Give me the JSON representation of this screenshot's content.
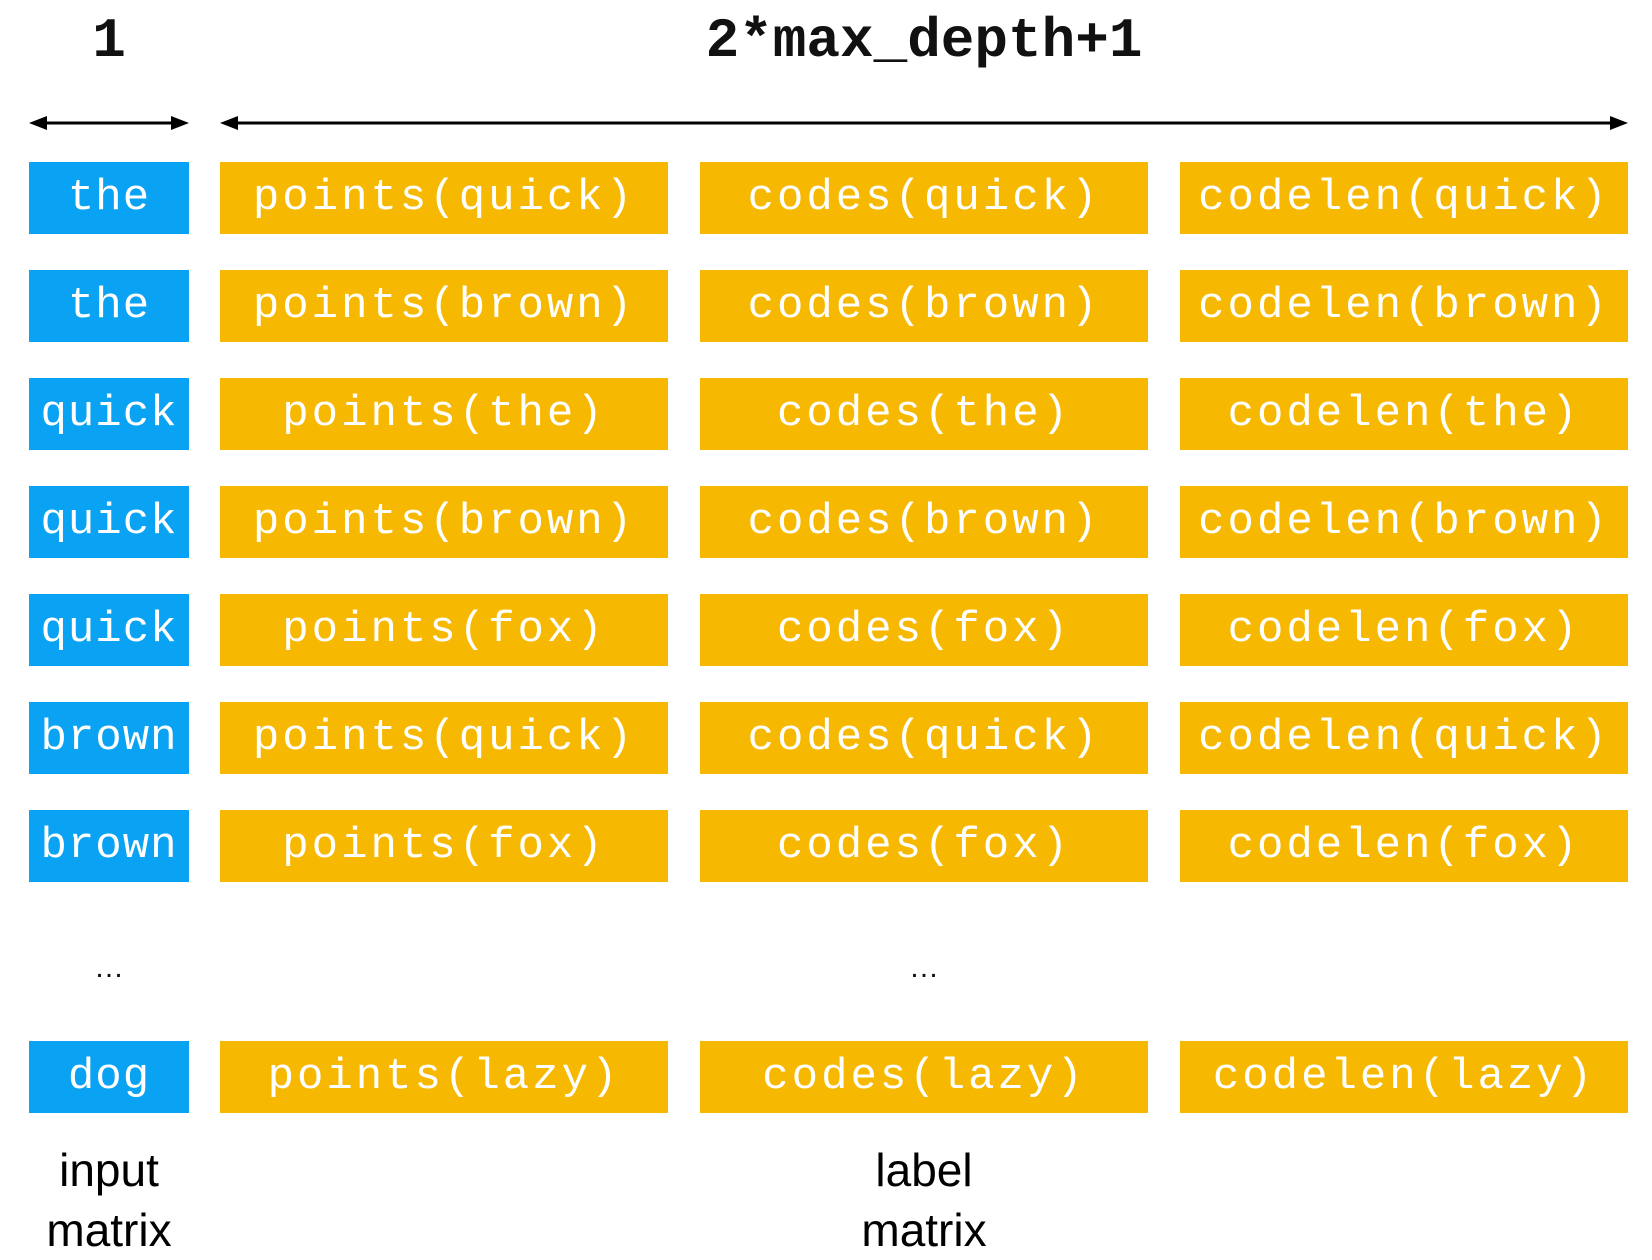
{
  "header": {
    "input_width_label": "1",
    "label_width_label": "2*max_depth+1"
  },
  "colors": {
    "input_cell": "#0aa2f3",
    "label_cell": "#f6b800",
    "cell_text": "#ffffff"
  },
  "rows": [
    {
      "input": "the",
      "points": "points(quick)",
      "codes": "codes(quick)",
      "codelen": "codelen(quick)"
    },
    {
      "input": "the",
      "points": "points(brown)",
      "codes": "codes(brown)",
      "codelen": "codelen(brown)"
    },
    {
      "input": "quick",
      "points": "points(the)",
      "codes": "codes(the)",
      "codelen": "codelen(the)"
    },
    {
      "input": "quick",
      "points": "points(brown)",
      "codes": "codes(brown)",
      "codelen": "codelen(brown)"
    },
    {
      "input": "quick",
      "points": "points(fox)",
      "codes": "codes(fox)",
      "codelen": "codelen(fox)"
    },
    {
      "input": "brown",
      "points": "points(quick)",
      "codes": "codes(quick)",
      "codelen": "codelen(quick)"
    },
    {
      "input": "brown",
      "points": "points(fox)",
      "codes": "codes(fox)",
      "codelen": "codelen(fox)"
    },
    {
      "input": "dog",
      "points": "points(lazy)",
      "codes": "codes(lazy)",
      "codelen": "codelen(lazy)"
    }
  ],
  "ellipsis": {
    "input": "…",
    "label": "…"
  },
  "captions": {
    "input_line1": "input",
    "input_line2": "matrix",
    "label_line1": "label",
    "label_line2": "matrix"
  }
}
